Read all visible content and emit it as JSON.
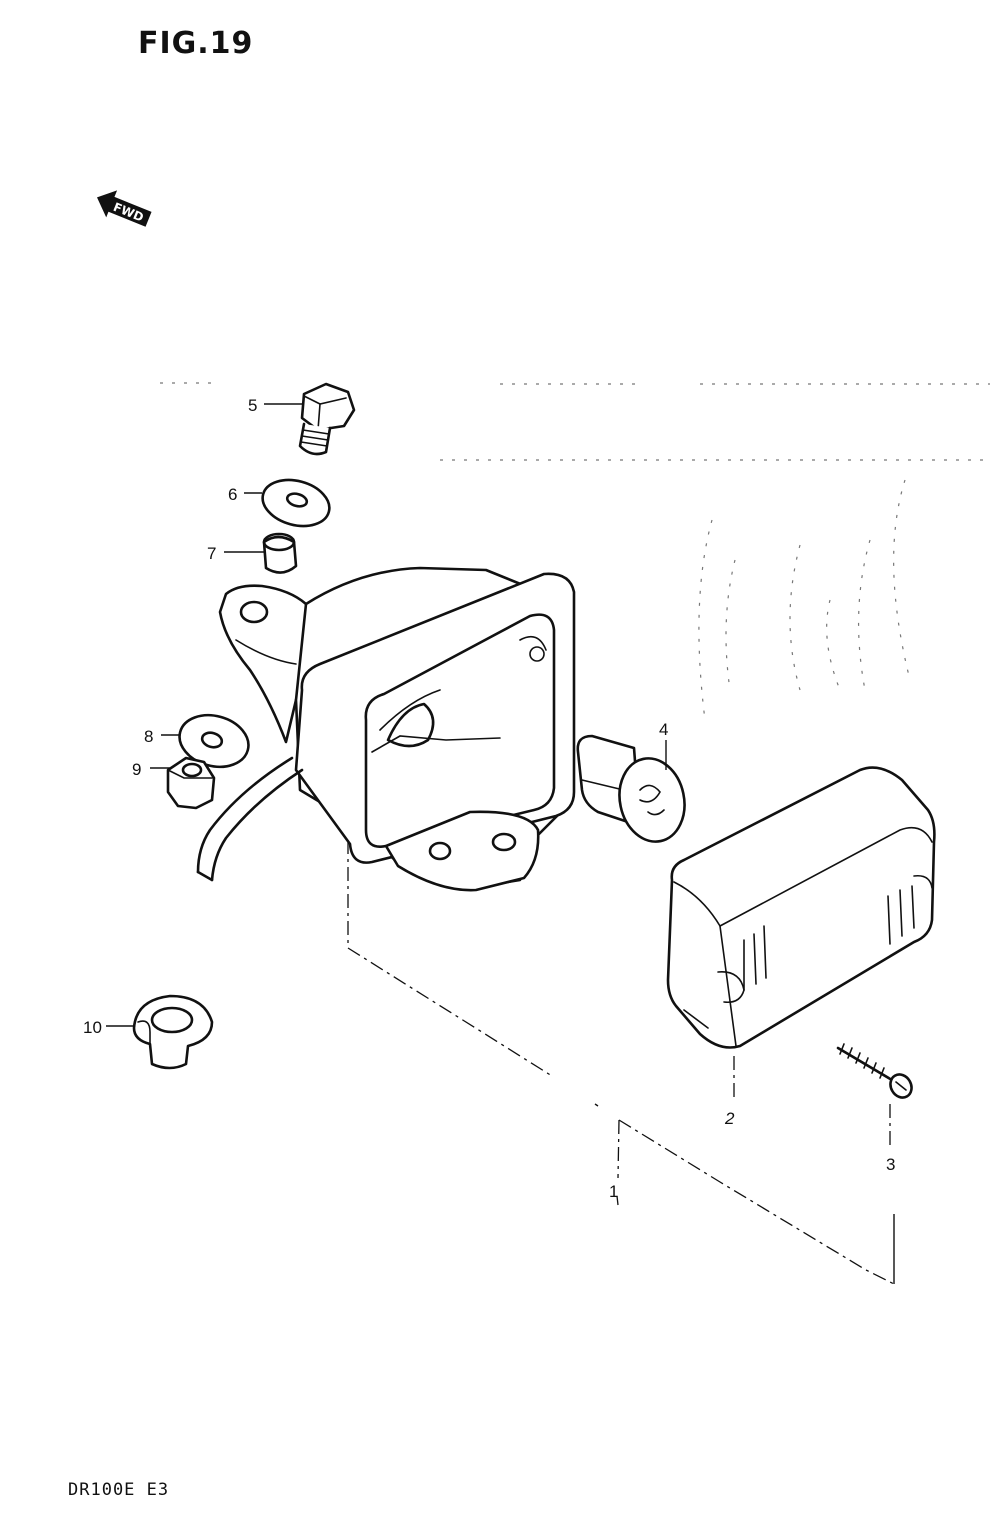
{
  "figure": {
    "title": "FIG.19",
    "model": "DR100E  E3",
    "direction_label": "FWD"
  },
  "callouts": [
    {
      "id": "1",
      "label": "1"
    },
    {
      "id": "2",
      "label": "2"
    },
    {
      "id": "3",
      "label": "3"
    },
    {
      "id": "4",
      "label": "4"
    },
    {
      "id": "5",
      "label": "5"
    },
    {
      "id": "6",
      "label": "6"
    },
    {
      "id": "7",
      "label": "7"
    },
    {
      "id": "8",
      "label": "8"
    },
    {
      "id": "9",
      "label": "9"
    },
    {
      "id": "10",
      "label": "10"
    }
  ]
}
